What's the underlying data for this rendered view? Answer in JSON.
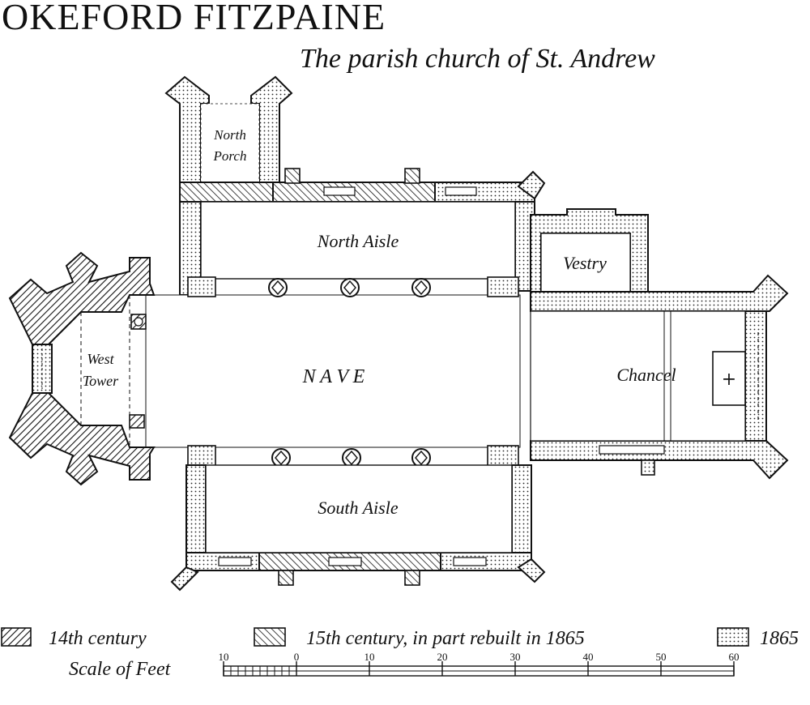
{
  "title": "OKEFORD FITZPAINE",
  "subtitle": "The parish church of St. Andrew",
  "rooms": {
    "north_porch_line1": "North",
    "north_porch_line2": "Porch",
    "north_aisle": "North  Aisle",
    "vestry": "Vestry",
    "nave": "N A V E",
    "west_tower_line1": "West",
    "west_tower_line2": "Tower",
    "chancel": "Chancel",
    "altar_cross": "+",
    "south_aisle": "South  Aisle"
  },
  "legend": [
    {
      "label": "14th century",
      "pattern": "hatch-14th"
    },
    {
      "label": "15th century, in part rebuilt in 1865",
      "pattern": "hatch-15th"
    },
    {
      "label": "1865",
      "pattern": "dots-1865"
    }
  ],
  "scale": {
    "label": "Scale of Feet",
    "ticks": [
      "10",
      "0",
      "10",
      "20",
      "30",
      "40",
      "50",
      "60"
    ]
  }
}
